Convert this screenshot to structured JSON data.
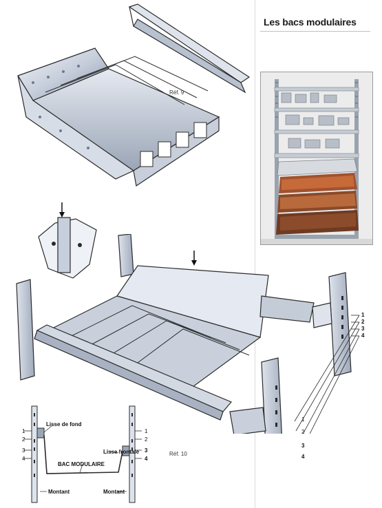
{
  "page": {
    "title": "Les bacs modulaires",
    "ref_top": "Réf. 9",
    "ref_bottom": "Réf. 10"
  },
  "detail_labels": {
    "lisse_de_fond": "Lisse de fond",
    "lisse_frontale": "Lisse frontale",
    "bac_modulaire": "BAC MODULAIRE",
    "montant_left": "Montant",
    "montant_right": "Montant"
  },
  "level_numbers": [
    "1",
    "2",
    "3",
    "4"
  ],
  "colors": {
    "metal_light": "#e8ecf2",
    "metal_mid": "#b9c3d2",
    "metal_dark": "#6e7a8c",
    "outline": "#2a2a2a"
  }
}
